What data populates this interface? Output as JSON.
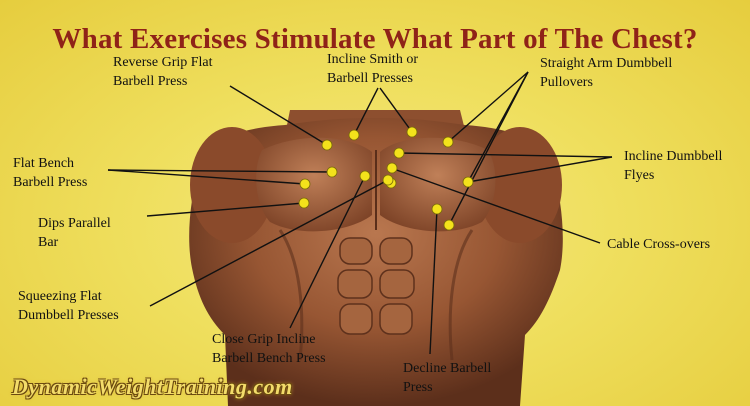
{
  "title": "What Exercises Stimulate What Part of The Chest?",
  "labels": {
    "reverse_grip": [
      "Reverse Grip Flat",
      "Barbell Press"
    ],
    "incline_smith": [
      "Incline Smith or",
      "Barbell Presses"
    ],
    "straight_arm": [
      "Straight Arm Dumbbell",
      "Pullovers"
    ],
    "flat_bench": [
      "Flat Bench",
      "Barbell Press"
    ],
    "incline_db_flyes": [
      "Incline Dumbbell",
      "Flyes"
    ],
    "dips": [
      "Dips Parallel",
      "Bar"
    ],
    "cable": [
      "Cable Cross-overs"
    ],
    "squeezing": [
      "Squeezing Flat",
      "Dumbbell Presses"
    ],
    "close_grip": [
      "Close Grip Incline",
      "Barbell Bench Press"
    ],
    "decline": [
      "Decline Barbell",
      "Press"
    ]
  },
  "watermark": "DynamicWeightTraining.com",
  "colors": {
    "title": "#8f2318",
    "dot": "#f3e21b",
    "line": "#111111",
    "skin": "#9a5a38"
  }
}
